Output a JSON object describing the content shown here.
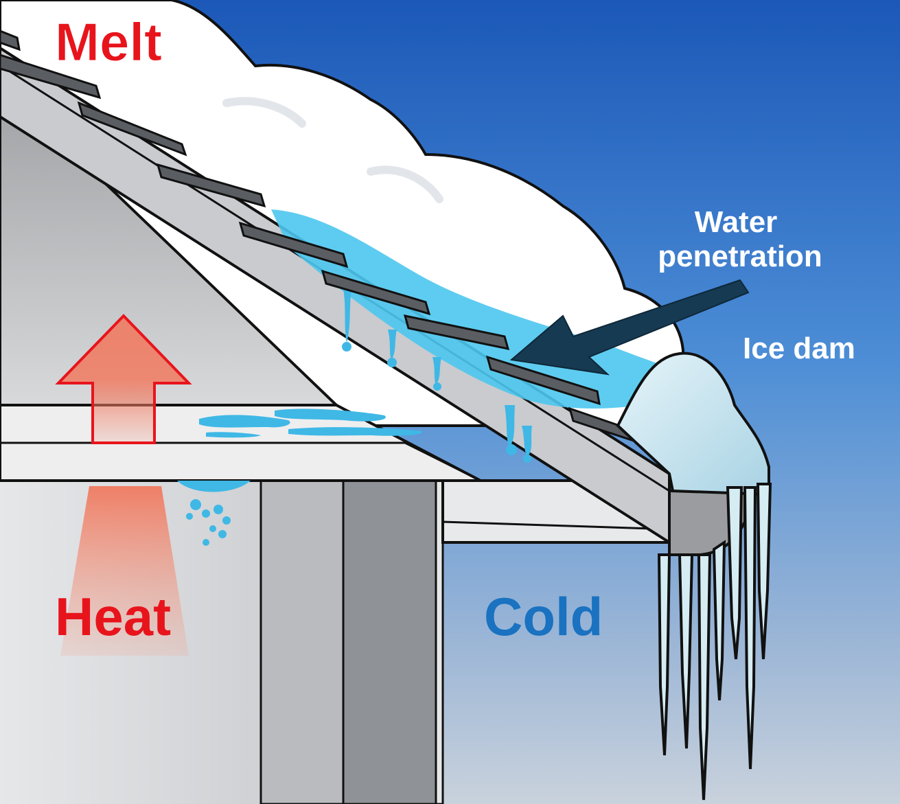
{
  "labels": {
    "melt": "Melt",
    "heat": "Heat",
    "cold": "Cold",
    "water_penetration_line1": "Water",
    "water_penetration_line2": "penetration",
    "ice_dam": "Ice dam"
  },
  "colors": {
    "melt_red": "#e8141c",
    "cold_blue": "#1a72c0",
    "sky_top": "#1f5fbf",
    "sky_bottom": "#c4cfdc",
    "arrow_dark": "#163a52",
    "water_blue": "#4cc6ee",
    "ice_light": "#cde8f1",
    "heat_arrow": "#f07a60"
  },
  "icons": {
    "heat_arrow": "up-arrow-icon",
    "pointer_arrow": "pointer-arrow-icon"
  }
}
